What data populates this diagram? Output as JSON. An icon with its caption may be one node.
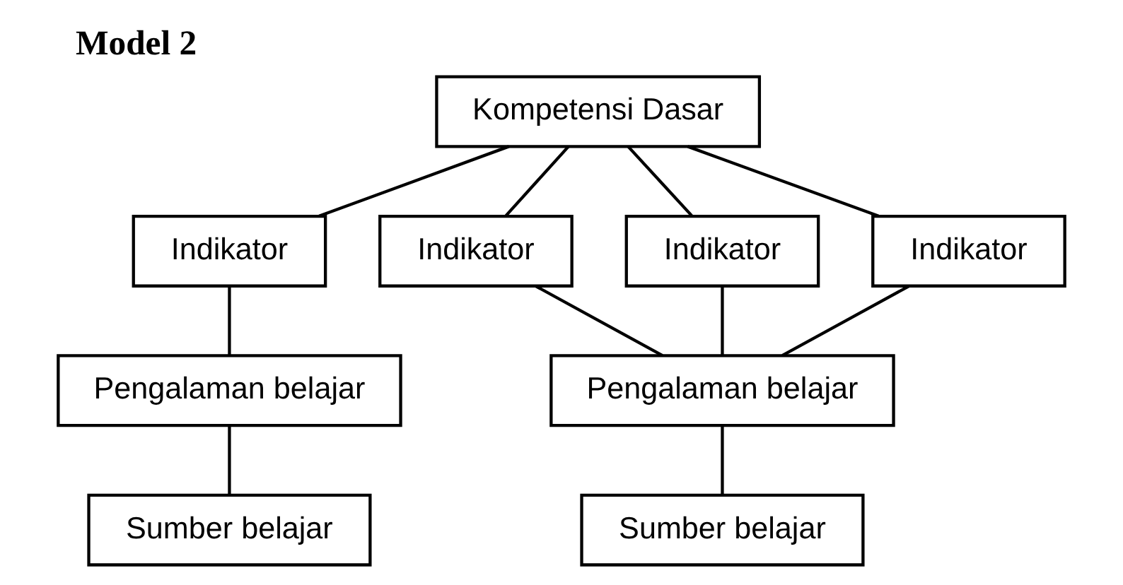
{
  "diagram": {
    "title": "Model 2",
    "nodes": [
      {
        "text": [
          "Kompetensi Dasar"
        ]
      },
      {
        "text": [
          "Indikator"
        ]
      },
      {
        "text": [
          "Indikator"
        ]
      },
      {
        "text": [
          "Indikator"
        ]
      },
      {
        "text": [
          "Indikator"
        ]
      },
      {
        "text": [
          "Pengalaman belajar"
        ]
      },
      {
        "text": [
          "Pengalaman belajar"
        ]
      },
      {
        "text": [
          "Sumber belajar"
        ]
      },
      {
        "text": [
          "Sumber belajar"
        ]
      }
    ],
    "edges": [
      {
        "from": 0,
        "to": 1,
        "arrow": "none"
      },
      {
        "from": 0,
        "to": 2,
        "arrow": "none"
      },
      {
        "from": 0,
        "to": 3,
        "arrow": "none"
      },
      {
        "from": 0,
        "to": 4,
        "arrow": "none"
      },
      {
        "from": 1,
        "to": 5,
        "arrow": "none"
      },
      {
        "from": 2,
        "to": 6,
        "arrow": "none"
      },
      {
        "from": 3,
        "to": 6,
        "arrow": "none"
      },
      {
        "from": 4,
        "to": 6,
        "arrow": "none"
      },
      {
        "from": 5,
        "to": 7,
        "arrow": "none"
      },
      {
        "from": 6,
        "to": 8,
        "arrow": "none"
      }
    ]
  }
}
